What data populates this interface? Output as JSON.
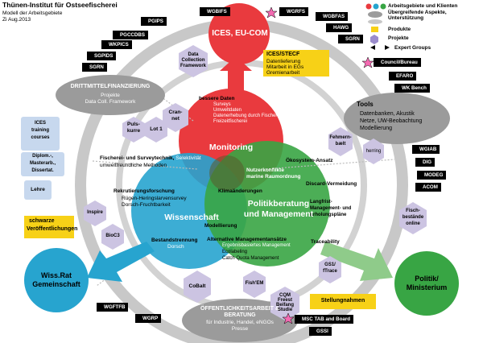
{
  "header": {
    "title": "Thünen-Institut für Ostseefischerei",
    "subtitle": "Modell der Arbeitsgebiete",
    "date": "Zi Aug.2013"
  },
  "legend": {
    "items": [
      "Arbeitsgebiete und Klienten",
      "Übergreifende Aspekte, Unterstützung",
      "Produkte",
      "Projekte",
      "Expert Groups"
    ]
  },
  "tags": {
    "left": [
      "WGBIFS",
      "PGIPS",
      "PGCCDBS",
      "WKPICS",
      "SGPIDS",
      "SGRN",
      "WGFTFB",
      "WGRP"
    ],
    "center": [
      "WGRFS",
      "WGBFAS",
      "HAWG",
      "SGRN"
    ],
    "right": [
      "Council/Bureau",
      "EFARO",
      "WK Bench",
      "WGIAB",
      "DIG",
      "MODEG",
      "ACOM",
      "MSC TAB and Board",
      "GSSI"
    ]
  },
  "ices": {
    "title": "ICES, EU-COM",
    "stecf_title": "ICES/STECF",
    "stecf_lines": [
      "Datenlieferung",
      "Mitarbeit in EGs",
      "Gremienarbeit"
    ]
  },
  "drittmittel": {
    "title": "DRITTMITTELFINANZIERUNG",
    "lines": [
      "Projekte",
      "Data Coll. Framework"
    ]
  },
  "tools": {
    "title": "Tools",
    "lines": [
      "Datenbanken, Akustik",
      "Netze, UW-Beobachtung",
      "Modellierung"
    ]
  },
  "oeffentlichkeit": {
    "title1": "ÖFFENTLICHKEITSARBEIT &",
    "title2": "BERATUNG",
    "line1": "für Industrie, Handel, eNGOs",
    "line2": "Presse"
  },
  "monitoring": {
    "title": "Monitoring",
    "bessere": "bessere Daten",
    "bessere_lines": [
      "Surveys",
      "Umweltdaten",
      "Datenerhebung durch Fischer",
      "Freizeitfischerei"
    ],
    "fischerei1": "Fischerei- und Surveytechnik,",
    "fischerei1b": "Selektivität",
    "fischerei2": "umweltfreundliche Methoden"
  },
  "wissenschaft": {
    "title": "Wissenschaft",
    "rekrut": "Rekrutierungsforschung",
    "rekrut_lines": [
      "Rügen-Heringslarvensurvey",
      "Dorsch-Fruchtbarkeit"
    ],
    "modellierung": "Modellierung",
    "bestand": "Bestandstrennung",
    "bestand_sub": "Dorsch"
  },
  "politik_circle": {
    "title1": "Politikberatung",
    "title2": "und Management",
    "oeko": "Ökosystem-Ansatz",
    "discard": "Discard-Vermeidung",
    "langfrist": [
      "Langfrist-",
      "Management- und",
      "Erholungspläne"
    ],
    "traceability": "Traceability"
  },
  "overlap": {
    "nutzer1": "Nutzerkonflikte",
    "nutzer2": "marine Raumordnung",
    "klima": "Klimaänderungen",
    "alt_title": "Alternative Managementansätze",
    "alt_lines": [
      "Ergebnisbasiertes Management",
      "Ecolabeling",
      "Catch Quota Management"
    ]
  },
  "hexagons": {
    "dcf": [
      "Data",
      "Collection",
      "Framework"
    ],
    "crannet": [
      "Cran-",
      "net"
    ],
    "pulskurre": [
      "Puls-",
      "kurre"
    ],
    "lot1": "Lot 1",
    "fehmarn": [
      "Fehmern-",
      "bælt"
    ],
    "herring": "herring",
    "inspire": "Inspire",
    "bioc3": "BioC3",
    "cobalt": "CoBalt",
    "fishem": "Fish'EM",
    "cqm": [
      "CQM",
      "Freest",
      "Beifang",
      "Studie"
    ],
    "gs1": [
      "GS1/",
      "fTrace"
    ],
    "fischbestaende": [
      "Fisch-",
      "bestände",
      "online"
    ]
  },
  "projekt_boxes": {
    "ices_training": [
      "ICES",
      "training",
      "courses"
    ],
    "diplom": [
      "Diplom.-,",
      "Masterarb.,",
      "Dissertat."
    ],
    "lehre": "Lehre"
  },
  "yellow": {
    "schwarze1": "schwarze",
    "schwarze2": "Veröffentlichungen",
    "stellung": "Stellungnahmen"
  },
  "wissrat": {
    "line1": "Wiss.Rat",
    "line2": "Gemeinschaft"
  },
  "politik_min": {
    "line1": "Politik/",
    "line2": "Ministerium"
  }
}
